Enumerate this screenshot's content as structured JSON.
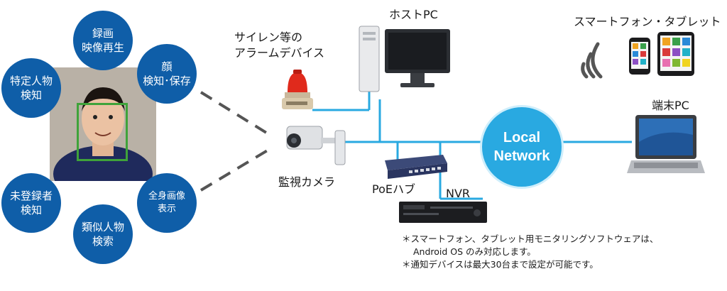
{
  "features": {
    "specific_person": "特定人物\n検知",
    "recording": "録画\n映像再生",
    "face": "顔\n検知･保存",
    "unregistered": "未登録者\n検知",
    "similar": "類似人物\n検索",
    "fullbody": "全身画像\n表示"
  },
  "devices": {
    "alarm": "サイレン等の\nアラームデバイス",
    "host_pc": "ホストPC",
    "smartphone": "スマートフォン・タブレット",
    "terminal_pc": "端末PC",
    "camera": "監視カメラ",
    "poe": "PoEハブ",
    "nvr": "NVR"
  },
  "network": {
    "label": "Local\nNetwork"
  },
  "notes": {
    "line1": "＊スマートフォン、タブレット用モニタリングソフトウェアは、",
    "line2": "Android OS のみ対応します。",
    "line3": "＊通知デバイスは最大30台まで設定が可能です。"
  },
  "colors": {
    "feature_circle": "#0f5ea8",
    "network": "#29a9e1",
    "face_box": "#3fa33a"
  }
}
